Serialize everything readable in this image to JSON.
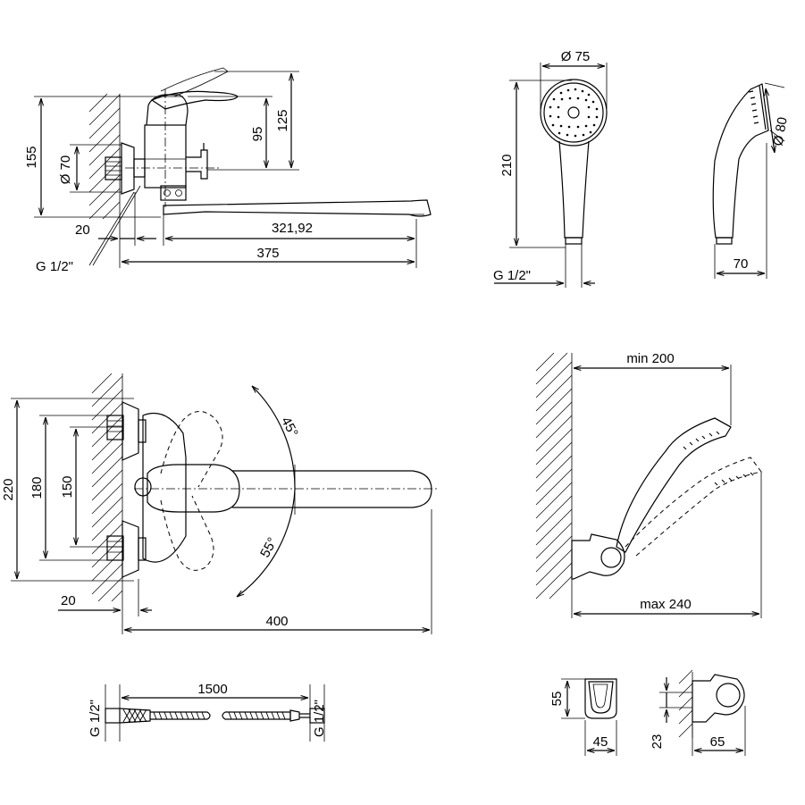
{
  "mixer_side": {
    "d155": "155",
    "d70": "Ø 70",
    "d95": "95",
    "d125": "125",
    "d20": "20",
    "d321": "321,92",
    "d375": "375",
    "thread": "G 1/2\""
  },
  "hand_shower": {
    "d75": "Ø 75",
    "d210": "210",
    "thread": "G 1/2\"",
    "d80": "Ø 80",
    "d70": "70"
  },
  "mixer_top": {
    "d220": "220",
    "d180": "180",
    "d150": "150",
    "d20": "20",
    "d400": "400",
    "a45": "45°",
    "a55": "55°"
  },
  "holder_install": {
    "min": "min 200",
    "max": "max 240"
  },
  "hose": {
    "length": "1500",
    "thread_left": "G 1/2\"",
    "thread_right": "G 1/2\""
  },
  "holder": {
    "d55": "55",
    "d45": "45",
    "d23": "23",
    "d65": "65"
  }
}
